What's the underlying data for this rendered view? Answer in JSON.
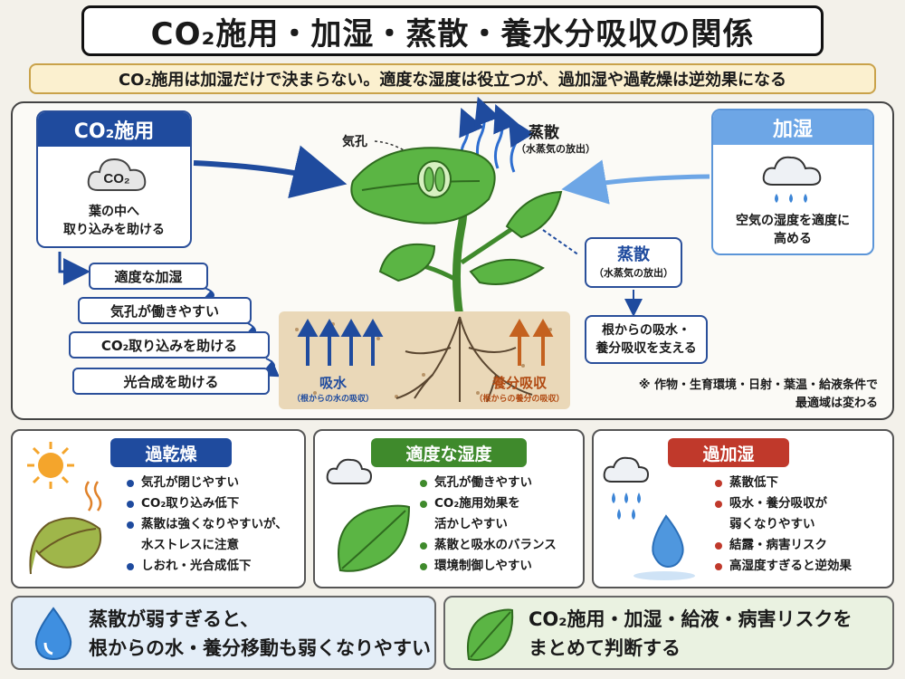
{
  "title": "CO₂施用・加湿・蒸散・養水分吸収の関係",
  "subtitle": "CO₂施用は加湿だけで決まらない。適度な湿度は役立つが、過加湿や過乾燥は逆効果になる",
  "co2_box": {
    "title": "CO₂施用",
    "icon_text": "CO₂",
    "desc_line1": "葉の中へ",
    "desc_line2": "取り込みを助ける"
  },
  "humid_box": {
    "title": "加湿",
    "desc_line1": "空気の湿度を適度に",
    "desc_line2": "高める"
  },
  "steps": [
    "適度な加湿",
    "気孔が働きやすい",
    "CO₂取り込みを助ける",
    "光合成を助ける"
  ],
  "stomata_label": "気孔",
  "transpiration_top": {
    "title": "蒸散",
    "sub": "（水蒸気の放出）"
  },
  "transpiration_box": {
    "title": "蒸散",
    "sub": "（水蒸気の放出）"
  },
  "root_box": {
    "line1": "根からの吸水・",
    "line2": "養分吸収を支える"
  },
  "note": {
    "line1": "※ 作物・生育環境・日射・葉温・給液条件で",
    "line2": "最適域は変わる"
  },
  "water_label": {
    "title": "吸水",
    "sub": "（根からの水の吸収）"
  },
  "nutrient_label": {
    "title": "養分吸収",
    "sub": "（根からの養分の吸収）"
  },
  "cards": {
    "dry": {
      "title": "過乾燥",
      "color": "#1f4b9e",
      "items": [
        "気孔が閉じやすい",
        "CO₂取り込み低下",
        "蒸散は強くなりやすいが、",
        "水ストレスに注意",
        "しおれ・光合成低下"
      ]
    },
    "optimal": {
      "title": "適度な湿度",
      "color": "#3f8a2c",
      "items": [
        "気孔が働きやすい",
        "CO₂施用効果を",
        "活かしやすい",
        "蒸散と吸水のバランス",
        "環境制御しやすい"
      ]
    },
    "wet": {
      "title": "過加湿",
      "color": "#c0392b",
      "items": [
        "蒸散低下",
        "吸水・養分吸収が",
        "弱くなりやすい",
        "結露・病害リスク",
        "高湿度すぎると逆効果"
      ]
    }
  },
  "banner_left": {
    "line1": "蒸散が弱すぎると、",
    "line2": "根からの水・養分移動も弱くなりやすい"
  },
  "banner_right": {
    "line1": "CO₂施用・加湿・給液・病害リスクを",
    "line2": "まとめて判断する"
  }
}
